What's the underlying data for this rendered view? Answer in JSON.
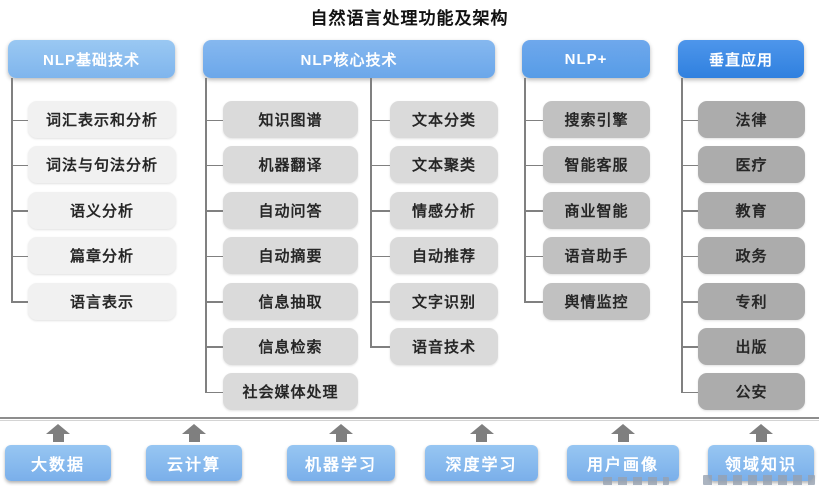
{
  "title": "自然语言处理功能及架构",
  "columns": [
    {
      "header": "NLP基础技术",
      "items": [
        "词汇表示和分析",
        "词法与句法分析",
        "语义分析",
        "篇章分析",
        "语言表示"
      ]
    },
    {
      "header": "NLP核心技术",
      "items_left": [
        "知识图谱",
        "机器翻译",
        "自动问答",
        "自动摘要",
        "信息抽取",
        "信息检索",
        "社会媒体处理"
      ],
      "items_right": [
        "文本分类",
        "文本聚类",
        "情感分析",
        "自动推荐",
        "文字识别",
        "语音技术"
      ]
    },
    {
      "header": "NLP+",
      "items": [
        "搜索引擎",
        "智能客服",
        "商业智能",
        "语音助手",
        "舆情监控"
      ]
    },
    {
      "header": "垂直应用",
      "items": [
        "法律",
        "医疗",
        "教育",
        "政务",
        "专利",
        "出版",
        "公安"
      ]
    }
  ],
  "foundation": [
    "大数据",
    "云计算",
    "机器学习",
    "深度学习",
    "用户画像",
    "领域知识"
  ],
  "colors": {
    "header_blue_light": "#8CBCEF",
    "header_blue_mid": "#74ACEA",
    "header_blue_deep": "#5E9FE8",
    "header_blue_dark": "#3D88E4",
    "node_gray_1": "#F1F1F1",
    "node_gray_2": "#DADADA",
    "node_gray_3": "#C1C1C1",
    "node_gray_4": "#ACACAC",
    "connector_gray": "#808080",
    "foundation_blue": "#85BBEE",
    "text_dark": "#262626",
    "text_white": "#FFFFFF"
  }
}
